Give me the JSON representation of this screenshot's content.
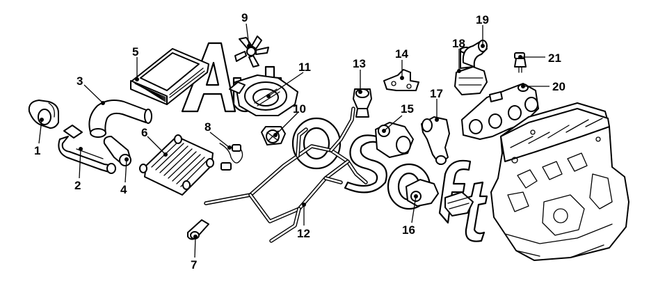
{
  "callouts": [
    {
      "id": 1,
      "label": "1"
    },
    {
      "id": 2,
      "label": "2"
    },
    {
      "id": 3,
      "label": "3"
    },
    {
      "id": 4,
      "label": "4"
    },
    {
      "id": 5,
      "label": "5"
    },
    {
      "id": 6,
      "label": "6"
    },
    {
      "id": 7,
      "label": "7"
    },
    {
      "id": 8,
      "label": "8"
    },
    {
      "id": 9,
      "label": "9"
    },
    {
      "id": 10,
      "label": "10"
    },
    {
      "id": 11,
      "label": "11"
    },
    {
      "id": 12,
      "label": "12"
    },
    {
      "id": 13,
      "label": "13"
    },
    {
      "id": 14,
      "label": "14"
    },
    {
      "id": 15,
      "label": "15"
    },
    {
      "id": 16,
      "label": "16"
    },
    {
      "id": 17,
      "label": "17"
    },
    {
      "id": 18,
      "label": "18"
    },
    {
      "id": 19,
      "label": "19"
    },
    {
      "id": 20,
      "label": "20"
    },
    {
      "id": 21,
      "label": "21"
    }
  ],
  "colors": {
    "line": "#000000",
    "background": "#ffffff"
  },
  "watermark": {
    "text": "Autosoft"
  }
}
